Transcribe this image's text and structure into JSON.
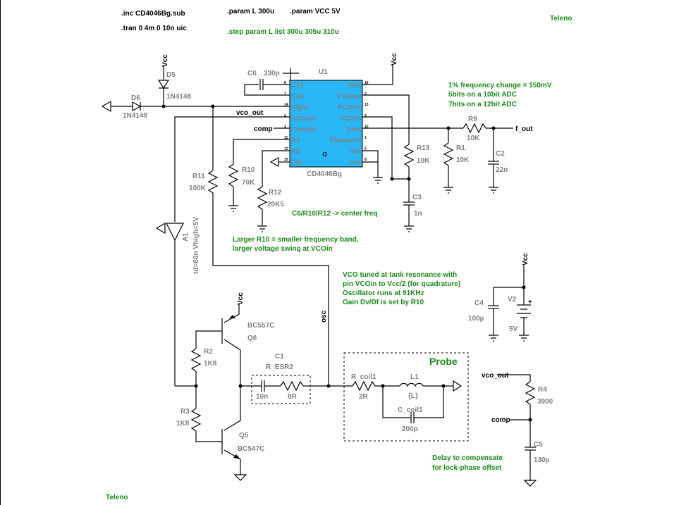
{
  "directives": {
    "inc": ".inc CD4046Bg.sub",
    "tran": ".tran 0 4m 0 10n uic",
    "param_l": ".param L 300u",
    "param_vcc": ".param VCC 5V",
    "step": ".step param L list 300u 305u 310u"
  },
  "brand": {
    "top": "Teleno",
    "bottom": "Teleno"
  },
  "chip": {
    "ref": "U1",
    "part": "CD4046Bg",
    "pins_left": [
      "C1a",
      "C1b",
      "SigIn",
      "VCOout",
      "CompIn",
      "R1",
      "R2",
      "Zen"
    ],
    "pins_right": [
      "Vdd",
      "PC1out",
      "PC2out",
      "VCOin",
      "Dem",
      "PhaseOut",
      "Inh",
      "Vss"
    ],
    "pinnums_left": [
      "6",
      "7",
      "14",
      "4",
      "3",
      "11",
      "12",
      "15"
    ],
    "pinnums_right": [
      "16",
      "2",
      "13",
      "9",
      "10",
      "1",
      "5",
      "8"
    ],
    "color": "#29b6f6"
  },
  "components": {
    "c6": {
      "ref": "C6",
      "value": "330p"
    },
    "d5": {
      "ref": "D5",
      "value": "1N4148"
    },
    "d6": {
      "ref": "D6",
      "value": "1N4148"
    },
    "r11": {
      "ref": "R11",
      "value": "100K"
    },
    "r10": {
      "ref": "R10",
      "value": "70K"
    },
    "r12": {
      "ref": "R12",
      "value": "20K5"
    },
    "r13": {
      "ref": "R13",
      "value": "10K"
    },
    "r1": {
      "ref": "R1",
      "value": "10K"
    },
    "r9": {
      "ref": "R9",
      "value": "10K"
    },
    "c2": {
      "ref": "C2",
      "value": "22n"
    },
    "c3": {
      "ref": "C3",
      "value": "1n"
    },
    "a1": {
      "ref": "A1",
      "params": "td=60n Vhigh=5V"
    },
    "q6": {
      "ref": "Q6",
      "value": "BC557C"
    },
    "q5": {
      "ref": "Q5",
      "value": "BC547C"
    },
    "r2": {
      "ref": "R2",
      "value": "1K8"
    },
    "r3": {
      "ref": "R3",
      "value": "1K8"
    },
    "c1": {
      "ref": "C1",
      "model": "R_ESR2",
      "cval": "10n",
      "rval": "8R"
    },
    "rcoil": {
      "ref": "R_coil1",
      "value": "2R"
    },
    "l1": {
      "ref": "L1",
      "value": "{L}"
    },
    "ccoil": {
      "ref": "C_coil1",
      "value": "200p"
    },
    "c4": {
      "ref": "C4",
      "value": "100µ"
    },
    "v2": {
      "ref": "V2",
      "value": "5V"
    },
    "r4": {
      "ref": "R4",
      "value": "3900"
    },
    "c5": {
      "ref": "C5",
      "value": "130p"
    }
  },
  "nets": {
    "vcc": "Vcc",
    "vco_out": "vco_out",
    "comp": "comp",
    "f_out": "f_out",
    "osc": "osc"
  },
  "probe": {
    "title": "Probe"
  },
  "notes": {
    "freq": [
      "1% frequency change = 150mV",
      "5bits on a 10bit ADC",
      "7bits on a 12bit ADC"
    ],
    "center": "C6/R10/R12 -> center freq",
    "larger_r10": [
      "Larger R10 = smaller frequency band,",
      "larger voltage swing at VCOin"
    ],
    "vco_tuned": [
      "VCO tuned at tank resonance with",
      "pin VCOin to Vcc/2 (for quadrature)",
      "Oscillator runs at 91KHz",
      "Gain Dv/Df is set by R10"
    ],
    "delay": [
      "Delay to compensate",
      "for lock-phase offset"
    ]
  }
}
